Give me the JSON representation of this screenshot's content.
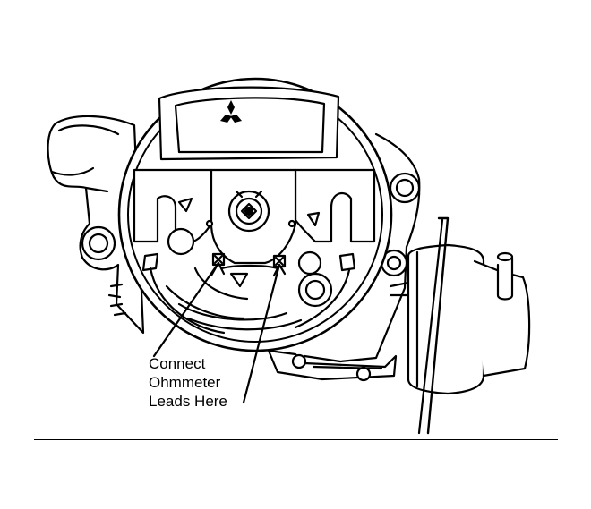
{
  "callout": {
    "line1": "Connect",
    "line2": "Ohmmeter",
    "line3": "Leads Here"
  },
  "colors": {
    "ink": "#000000",
    "paper": "#ffffff"
  },
  "icons": [
    "three-diamond-logo-icon"
  ]
}
